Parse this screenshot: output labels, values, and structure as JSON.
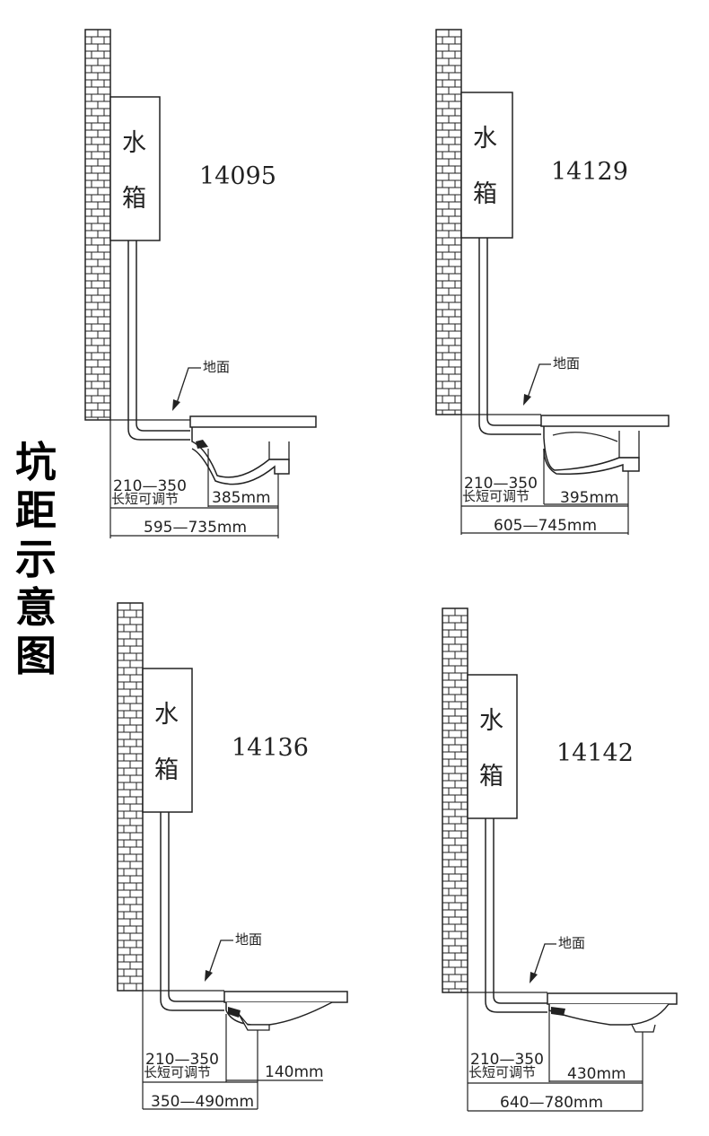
{
  "side_title": [
    "坑",
    "距",
    "示",
    "意",
    "图"
  ],
  "diagrams": [
    {
      "model": "14095",
      "tank": [
        "水",
        "箱"
      ],
      "floor": "地面",
      "adjust_range": "210—350",
      "adjust_label": "长短可调节",
      "outlet": "385mm",
      "total": "595—735mm"
    },
    {
      "model": "14129",
      "tank": [
        "水",
        "箱"
      ],
      "floor": "地面",
      "adjust_range": "210—350",
      "adjust_label": "长短可调节",
      "outlet": "395mm",
      "total": "605—745mm"
    },
    {
      "model": "14136",
      "tank": [
        "水",
        "箱"
      ],
      "floor": "地面",
      "adjust_range": "210—350",
      "adjust_label": "长短可调节",
      "outlet": "140mm",
      "total": "350—490mm"
    },
    {
      "model": "14142",
      "tank": [
        "水",
        "箱"
      ],
      "floor": "地面",
      "adjust_range": "210—350",
      "adjust_label": "长短可调节",
      "outlet": "430mm",
      "total": "640—780mm"
    }
  ]
}
